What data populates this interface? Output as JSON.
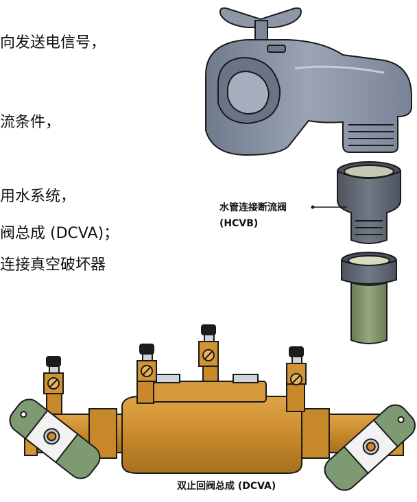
{
  "text_lines": [
    "向发送电信号，",
    "流条件，",
    "用水系统，",
    "阀总成 (DCVA)；",
    "连接真空破坏器"
  ],
  "labels": {
    "hcvb_cn": "水管连接断流阀",
    "hcvb_en": "(HCVB)",
    "dcva": "双止回阀总成 (DCVA)"
  },
  "colors": {
    "brass": "#c98a2c",
    "brass_dark": "#9a6418",
    "faucet": "#8a94a6",
    "hcvb_cap": "#5f6773",
    "hcvb_tube": "#7d8f66",
    "valve_handle": "#7e9a72",
    "outline": "#1a1a1a"
  },
  "icons": [
    "faucet-icon",
    "hose-connection-vacuum-breaker-icon",
    "double-check-valve-assembly-icon"
  ]
}
